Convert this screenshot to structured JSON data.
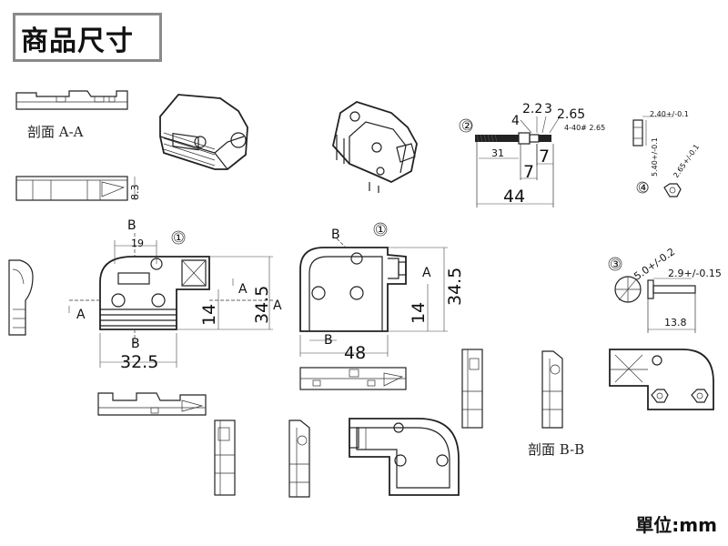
{
  "title": "商品尺寸",
  "unit_label": "單位:mm",
  "section_labels": {
    "aa": "剖面 A-A",
    "bb": "剖面 B-B"
  },
  "part_numbers": {
    "n1": "①",
    "n2": "②",
    "n3": "③",
    "n4": "④"
  },
  "section_markers": {
    "a": "A",
    "b": "B"
  },
  "dimensions": {
    "side_height": "8.3",
    "left_view_top_width": "19",
    "left_view_inner_height": "14",
    "left_view_height": "34.5",
    "left_view_width": "32.5",
    "right_view_inner_height": "14",
    "right_view_height": "34.5",
    "right_view_width": "48",
    "screw_dim_2_2": "2.2",
    "screw_dim_3": "3",
    "screw_dim_4": "4",
    "screw_dim_2_65": "2.65",
    "screw_thread": "4-40# 2.65",
    "screw_len_31": "31",
    "screw_7a": "7",
    "screw_7b": "7",
    "screw_total_44": "44",
    "nut_2_40": "2.40+/-0.1",
    "nut_5_40": "5.40+/-0.1",
    "nut_2_65": "2.65+/-0.1",
    "pin_5_0": "5.0+/-0.2",
    "pin_2_9": "2.9+/-0.15",
    "pin_13_8": "13.8"
  },
  "colors": {
    "line": "#222222",
    "title_border": "#8a8a8a",
    "background": "#ffffff"
  }
}
